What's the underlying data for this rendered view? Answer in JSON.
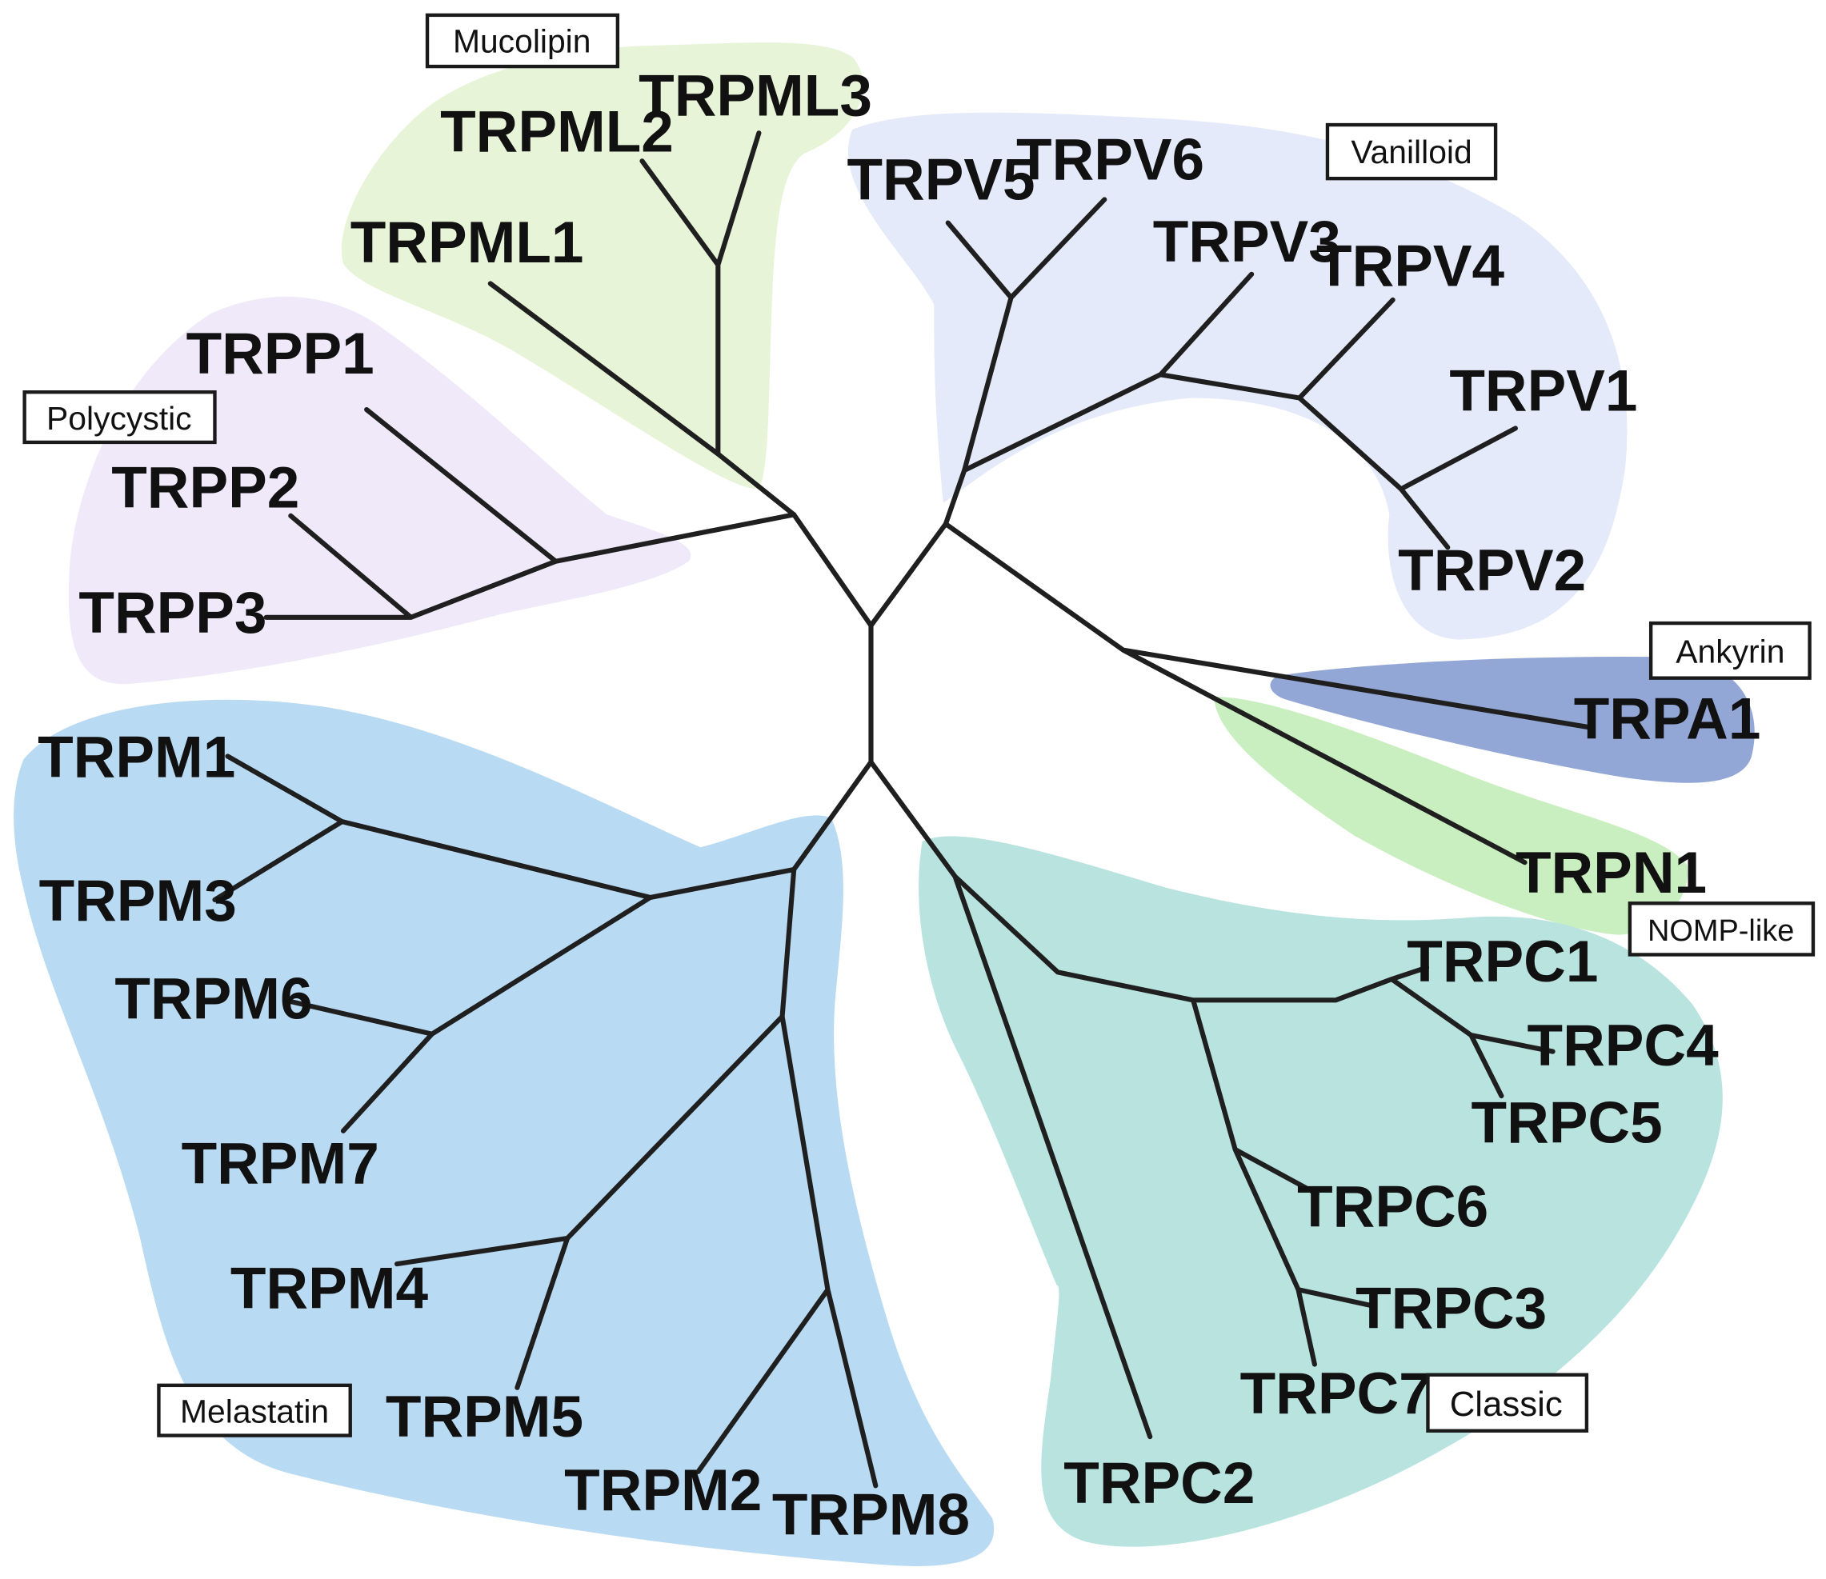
{
  "families": [
    {
      "key": "mucolipin",
      "label": "Mucolipin",
      "color": "#e8f4d8"
    },
    {
      "key": "vanilloid",
      "label": "Vanilloid",
      "color": "#e4eafa"
    },
    {
      "key": "polycystic",
      "label": "Polycystic",
      "color": "#efe9fa"
    },
    {
      "key": "ankyrin",
      "label": "Ankyrin",
      "color": "#93a7d6"
    },
    {
      "key": "nomp",
      "label": "NOMP-like",
      "color": "#c9efc0"
    },
    {
      "key": "melastatin",
      "label": "Melastatin",
      "color": "#b8daf2"
    },
    {
      "key": "classic",
      "label": "Classic",
      "color": "#b8e3df"
    }
  ],
  "leaves": [
    "TRPML3",
    "TRPML2",
    "TRPML1",
    "TRPV5",
    "TRPV6",
    "TRPV3",
    "TRPV4",
    "TRPV1",
    "TRPV2",
    "TRPP1",
    "TRPP2",
    "TRPP3",
    "TRPA1",
    "TRPN1",
    "TRPM1",
    "TRPM3",
    "TRPM6",
    "TRPM7",
    "TRPM4",
    "TRPM5",
    "TRPM2",
    "TRPM8",
    "TRPC1",
    "TRPC4",
    "TRPC5",
    "TRPC6",
    "TRPC3",
    "TRPC7",
    "TRPC2"
  ],
  "branch_color": "#1f1f1f"
}
